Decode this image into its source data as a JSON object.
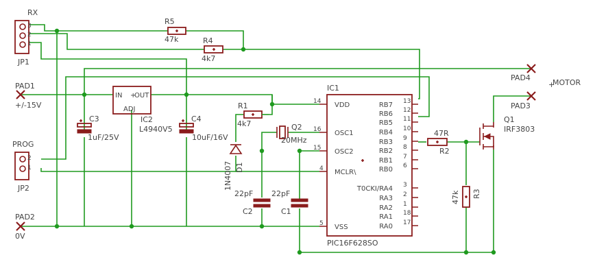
{
  "colors": {
    "wire": "#1f9a1f",
    "part": "#8a1c1c",
    "text": "#444444",
    "background": "#ffffff"
  },
  "jp1": {
    "header": "RX",
    "name": "JP1",
    "pins": [
      "3",
      "2",
      "1"
    ]
  },
  "jp2": {
    "header": "PROG",
    "name": "JP2",
    "pins": [
      "2",
      "1"
    ]
  },
  "pad1": {
    "name": "PAD1",
    "label": "+/-15V"
  },
  "pad2": {
    "name": "PAD2",
    "label": "0V"
  },
  "pad3": {
    "name": "PAD3"
  },
  "pad4": {
    "name": "PAD4"
  },
  "motor": {
    "label": "MOTOR",
    "plus": "+"
  },
  "r5": {
    "name": "R5",
    "value": "47k"
  },
  "r4": {
    "name": "R4",
    "value": "4k7"
  },
  "r1": {
    "name": "R1",
    "value": "4k7"
  },
  "r2": {
    "name": "R2",
    "value": "47R"
  },
  "r3": {
    "name": "R3",
    "value": "47k"
  },
  "ic2": {
    "name": "IC2",
    "part": "L4940V5",
    "pin_in": "IN",
    "pin_out": "OUT",
    "pin_adj": "ADJ"
  },
  "c3": {
    "name": "C3",
    "value": "1uF/25V"
  },
  "c4": {
    "name": "C4",
    "value": "10uF/16V"
  },
  "d1": {
    "name": "D1",
    "part": "1N4007"
  },
  "q2": {
    "name": "Q2",
    "value": "20MHz"
  },
  "c1": {
    "name": "C1",
    "value": "22pF"
  },
  "c2": {
    "name": "C2",
    "value": "22pF"
  },
  "ic1": {
    "name": "IC1",
    "part": "PIC16F628SO",
    "left_pins": [
      {
        "label": "VDD",
        "num": "14"
      },
      {
        "label": "OSC1",
        "num": "16"
      },
      {
        "label": "OSC2",
        "num": "15"
      },
      {
        "label": "MCLR\\",
        "num": "4"
      },
      {
        "label": "VSS",
        "num": "5"
      }
    ],
    "right_pins": [
      {
        "label": "RB7",
        "num": "13"
      },
      {
        "label": "RB6",
        "num": "12"
      },
      {
        "label": "RB5",
        "num": "11"
      },
      {
        "label": "RB4",
        "num": "10"
      },
      {
        "label": "RB3",
        "num": "9"
      },
      {
        "label": "RB2",
        "num": "8"
      },
      {
        "label": "RB1",
        "num": "7"
      },
      {
        "label": "RB0",
        "num": "6"
      },
      {
        "label": "T0CKI/RA4",
        "num": "3"
      },
      {
        "label": "RA3",
        "num": "2"
      },
      {
        "label": "RA2",
        "num": "1"
      },
      {
        "label": "RA1",
        "num": "18"
      },
      {
        "label": "RA0",
        "num": "17"
      }
    ]
  },
  "q1": {
    "name": "Q1",
    "part": "IRF3803"
  }
}
